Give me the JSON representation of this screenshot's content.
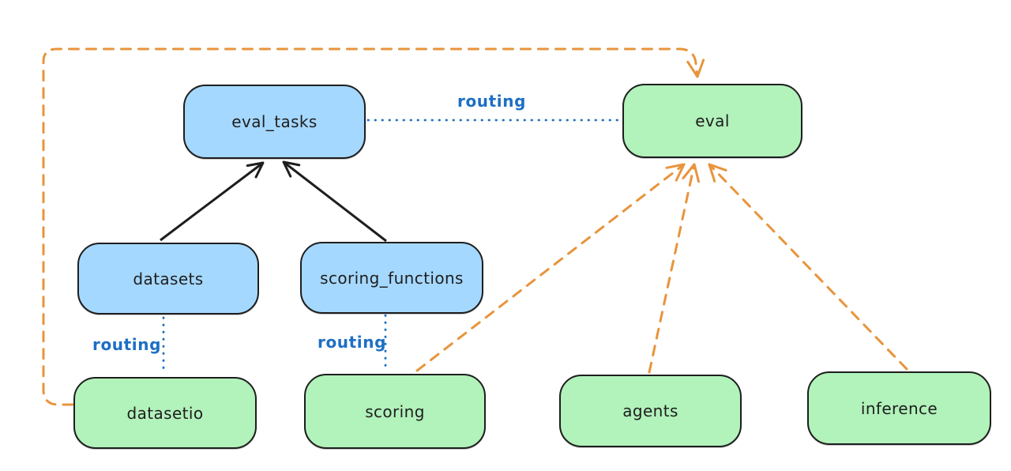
{
  "nodes": {
    "eval_tasks": {
      "label": "eval_tasks"
    },
    "eval": {
      "label": "eval"
    },
    "datasets": {
      "label": "datasets"
    },
    "scoring_functions": {
      "label": "scoring_functions"
    },
    "datasetio": {
      "label": "datasetio"
    },
    "scoring": {
      "label": "scoring"
    },
    "agents": {
      "label": "agents"
    },
    "inference": {
      "label": "inference"
    }
  },
  "edges": {
    "eval_tasks_to_eval": {
      "label": "routing"
    },
    "datasets_to_datasetio": {
      "label": "routing"
    },
    "scoring_functions_to_scoring": {
      "label": "routing"
    }
  },
  "colors": {
    "blue_fill": "#a5d8ff",
    "green_fill": "#b2f2bb",
    "stroke": "#1e1e1e",
    "orange": "#e8943c",
    "blue_line": "#1d6fc4",
    "background": "#ffffff"
  }
}
